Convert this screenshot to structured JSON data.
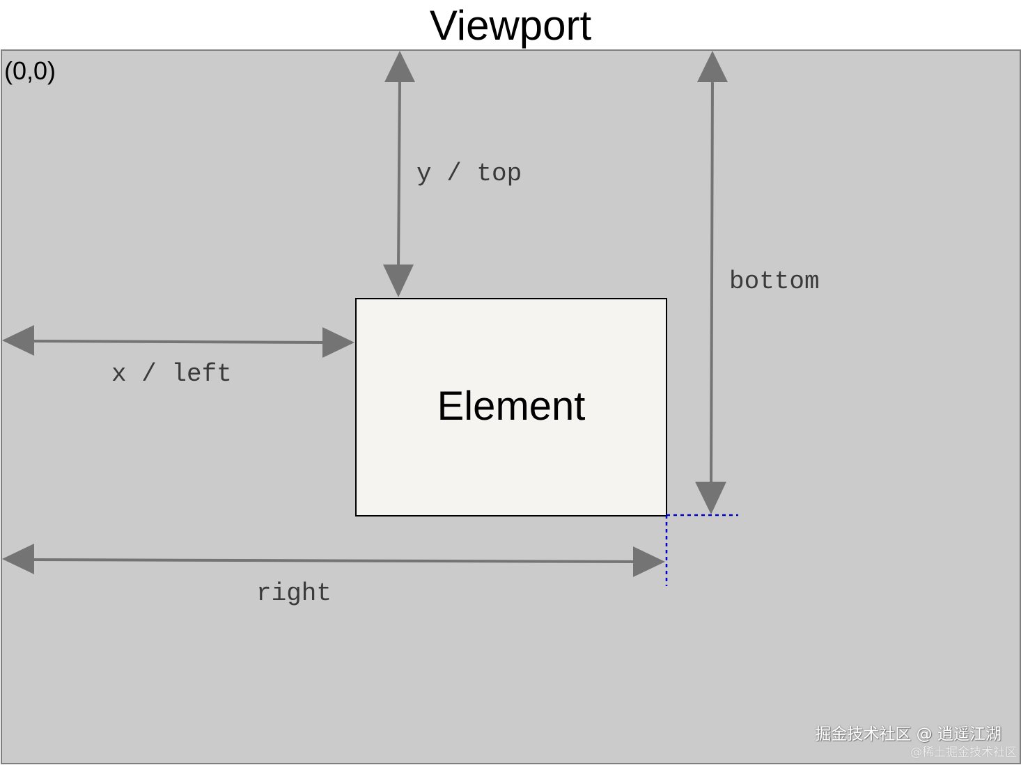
{
  "diagram": {
    "title": "Viewport",
    "origin_label": "(0,0)",
    "element_label": "Element",
    "labels": {
      "top": "y / top",
      "bottom": "bottom",
      "left": "x / left",
      "right": "right"
    },
    "colors": {
      "viewport_fill": "#cbcbcb",
      "viewport_border": "#7f7f7f",
      "element_fill": "#f6f4f1",
      "arrow": "#747474",
      "guide": "#0000cc"
    }
  },
  "watermark": {
    "main": "掘金技术社区 @ 逍遥江湖",
    "sub": "@稀土掘金技术社区"
  }
}
